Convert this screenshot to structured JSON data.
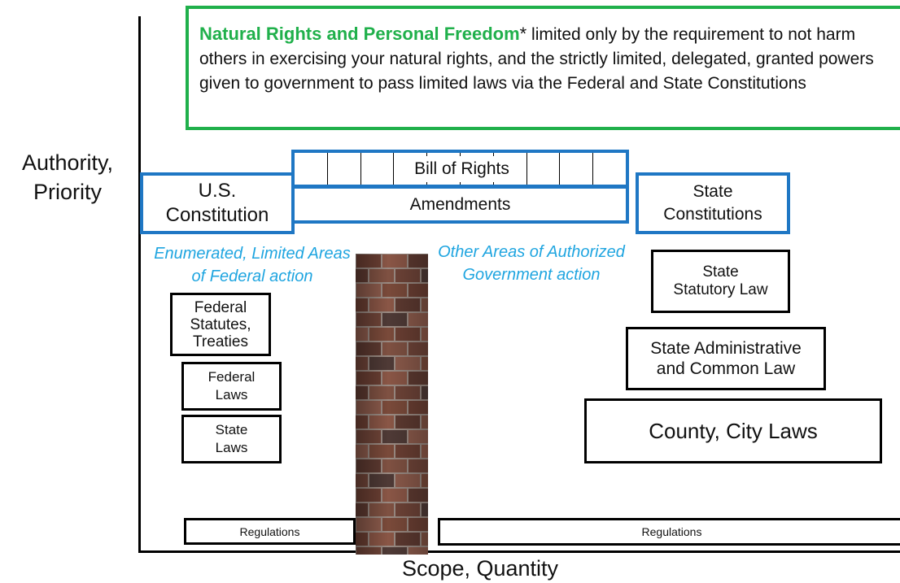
{
  "axes": {
    "y_label_line1": "Authority,",
    "y_label_line2": "Priority",
    "x_label": "Scope, Quantity"
  },
  "freedom_box": {
    "title": "Natural Rights and Personal Freedom",
    "asterisk": "*",
    "text": " limited only by the requirement to not harm others in exercising your natural rights, and the strictly limited, delegated, granted powers given to government to pass limited laws via the Federal and State Constitutions"
  },
  "federal": {
    "constitution_line1": "U.S.",
    "constitution_line2": "Constitution",
    "area_line1": "Enumerated, Limited Areas",
    "area_line2": "of Federal action",
    "statutes_line1": "Federal",
    "statutes_line2": "Statutes,",
    "statutes_line3": "Treaties",
    "laws_line1": "Federal",
    "laws_line2": "Laws",
    "state_laws_line1": "State",
    "state_laws_line2": "Laws",
    "regulations": "Regulations"
  },
  "center": {
    "bill_of_rights": "Bill of Rights",
    "amendments": "Amendments"
  },
  "state": {
    "constitutions_line1": "State",
    "constitutions_line2": "Constitutions",
    "area_line1": "Other Areas of Authorized",
    "area_line2": "Government action",
    "statutory_line1": "State",
    "statutory_line2": "Statutory Law",
    "admin_line1": "State Administrative",
    "admin_line2": "and Common Law",
    "county_city": "County, City Laws",
    "regulations": "Regulations"
  },
  "colors": {
    "freedom_green": "#20b04b",
    "constitution_blue": "#1f77c4",
    "annotation_blue": "#1fa5e0",
    "brick": "#7a4a3a"
  }
}
